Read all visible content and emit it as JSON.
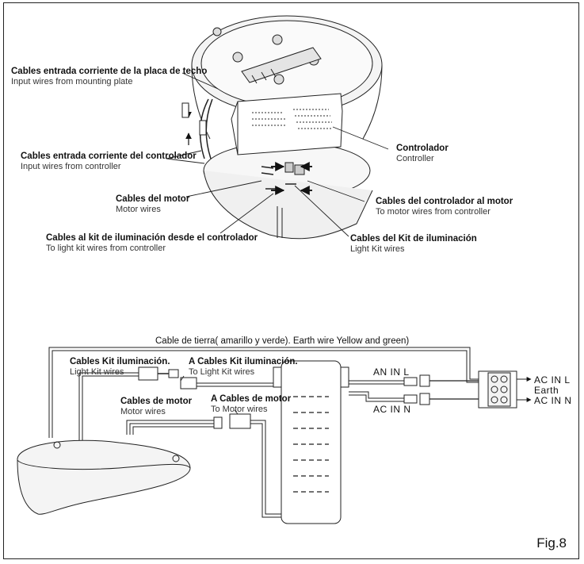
{
  "top_diagram": {
    "callouts": [
      {
        "es": "Cables entrada corriente de la placa de techo",
        "en": "Input wires from mounting plate"
      },
      {
        "es": "Controlador",
        "en": "Controller"
      },
      {
        "es": "Cables entrada corriente del controlador",
        "en": "Input wires from controller"
      },
      {
        "es": "Cables del motor",
        "en": "Motor wires"
      },
      {
        "es": "Cables del controlador al motor",
        "en": "To motor wires from controller"
      },
      {
        "es": "Cables al kit de iluminación desde el controlador",
        "en": "To light kit wires from controller"
      },
      {
        "es": "Cables del Kit de iluminación",
        "en": "Light Kit wires"
      }
    ]
  },
  "wiring_diagram": {
    "earth_wire_label": "Cable de tierra( amarillo y verde). Earth wire Yellow and green)",
    "light_kit": {
      "es": "Cables Kit iluminación.",
      "en": "Light Kit wires"
    },
    "to_light_kit": {
      "es": "A Cables Kit iluminación.",
      "en": "To Light Kit wires"
    },
    "motor": {
      "es": "Cables de motor",
      "en": "Motor wires"
    },
    "to_motor": {
      "es": "A Cables de motor",
      "en": "To Motor wires"
    },
    "ac_in_l_wire": "AN IN L",
    "ac_in_n_wire": "AC IN N",
    "terminal_block": [
      "AC IN L",
      "Earth",
      "AC IN N"
    ]
  },
  "figure_label": "Fig.8"
}
